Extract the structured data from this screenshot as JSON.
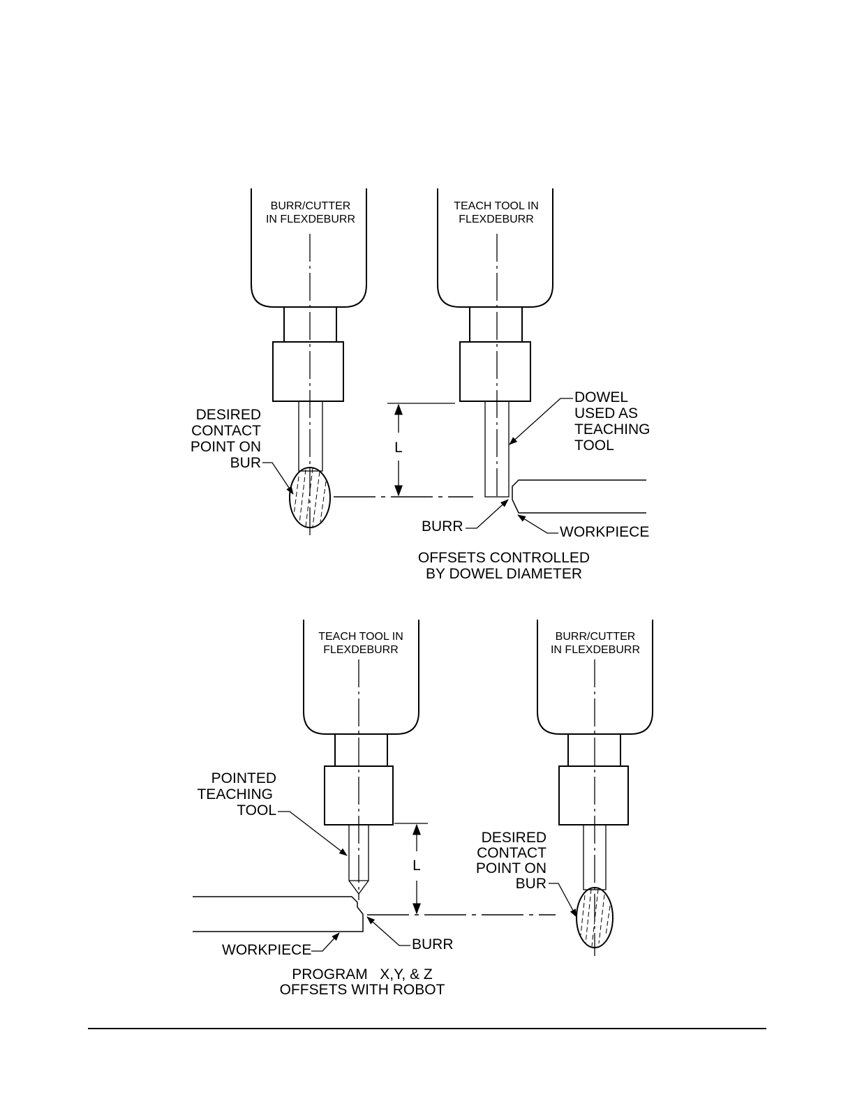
{
  "top_figure": {
    "burr_tool_label_1": "BURR/CUTTER",
    "burr_tool_label_2": "IN FLEXDEBURR",
    "teach_tool_label_1": "TEACH TOOL IN",
    "teach_tool_label_2": "FLEXDEBURR",
    "contact_label": [
      "DESIRED",
      "CONTACT",
      "POINT ON",
      "BUR"
    ],
    "dowel_label": [
      "DOWEL",
      "USED AS",
      "TEACHING",
      "TOOL"
    ],
    "dimension_label": "L",
    "burr_label": "BURR",
    "workpiece_label": "WORKPIECE",
    "caption": [
      "OFFSETS CONTROLLED",
      "BY DOWEL DIAMETER"
    ]
  },
  "bottom_figure": {
    "teach_tool_label_1": "TEACH TOOL IN",
    "teach_tool_label_2": "FLEXDEBURR",
    "burr_tool_label_1": "BURR/CUTTER",
    "burr_tool_label_2": "IN FLEXDEBURR",
    "pointed_label": [
      "POINTED",
      "TEACHING",
      "TOOL"
    ],
    "dimension_label": "L",
    "contact_label": [
      "DESIRED",
      "CONTACT",
      "POINT ON",
      "BUR"
    ],
    "workpiece_label": "WORKPIECE",
    "burr_label": "BURR",
    "caption": [
      "PROGRAM   X,Y, & Z",
      "OFFSETS WITH ROBOT"
    ]
  }
}
